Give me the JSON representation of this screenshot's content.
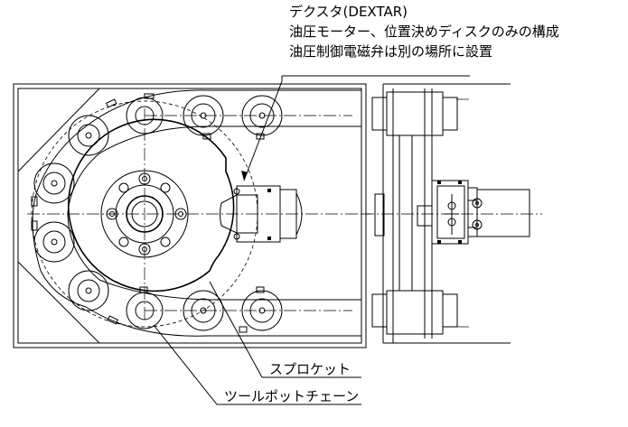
{
  "annotations": {
    "dextar_line1": "デクスタ(DEXTAR)",
    "dextar_line2": "油圧モーター、位置決めディスクのみの構成",
    "dextar_line3": "油圧制御電磁弁は別の場所に設置",
    "sprocket": "スプロケット",
    "tool_pot_chain": "ツールポットチェーン"
  }
}
